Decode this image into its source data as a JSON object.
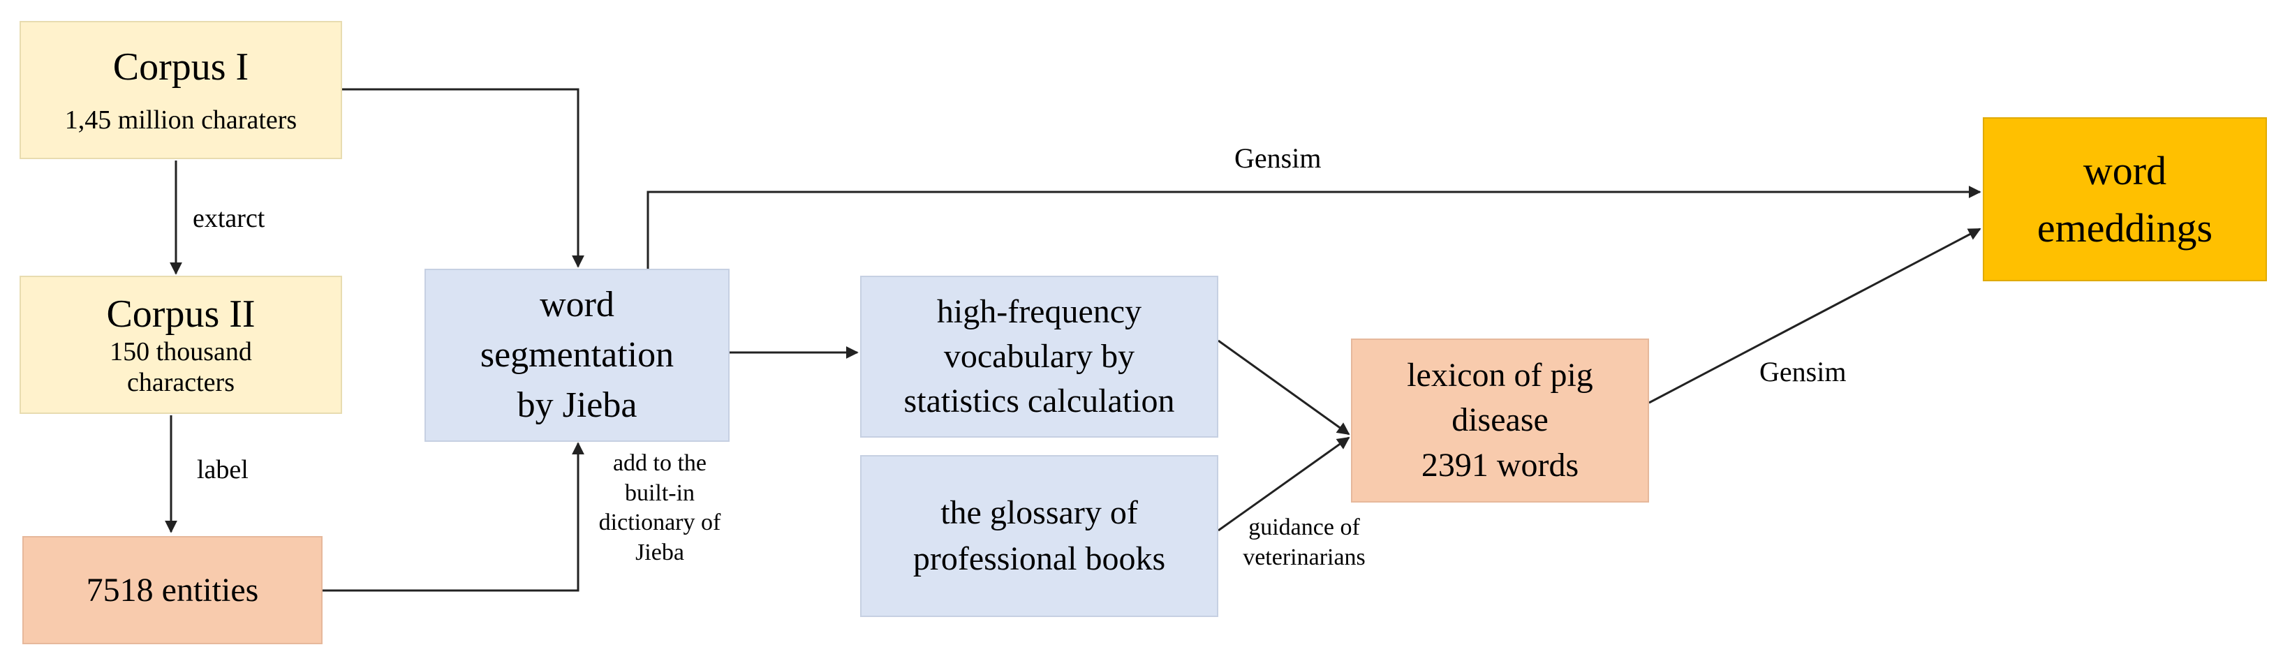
{
  "nodes": {
    "corpus1": {
      "title": "Corpus I",
      "subtitle": "1,45 million charaters"
    },
    "corpus2": {
      "title": "Corpus II",
      "line1": "150 thousand",
      "line2": "characters"
    },
    "entities": {
      "label": "7518 entities"
    },
    "segmentation": {
      "line1": "word",
      "line2": "segmentation",
      "line3": "by Jieba"
    },
    "highfreq": {
      "line1": "high-frequency",
      "line2": "vocabulary by",
      "line3": "statistics calculation"
    },
    "glossary": {
      "line1": "the glossary of",
      "line2": "professional books"
    },
    "lexicon": {
      "line1": "lexicon of pig",
      "line2": "disease",
      "line3": "2391 words"
    },
    "embeddings": {
      "line1": "word",
      "line2": "emeddings"
    }
  },
  "edge_labels": {
    "extract": "extarct",
    "label": "label",
    "add_to": [
      "add to the",
      "built-in",
      "dictionary of",
      "Jieba"
    ],
    "gensim_top": "Gensim",
    "gensim_right": "Gensim",
    "guidance": [
      "guidance of",
      "veterinarians"
    ]
  },
  "colors": {
    "corpus_fill": "#fff2cc",
    "process_fill": "#dae3f3",
    "result_fill": "#f8cbad",
    "output_fill": "#ffc000",
    "arrow": "#000000"
  }
}
